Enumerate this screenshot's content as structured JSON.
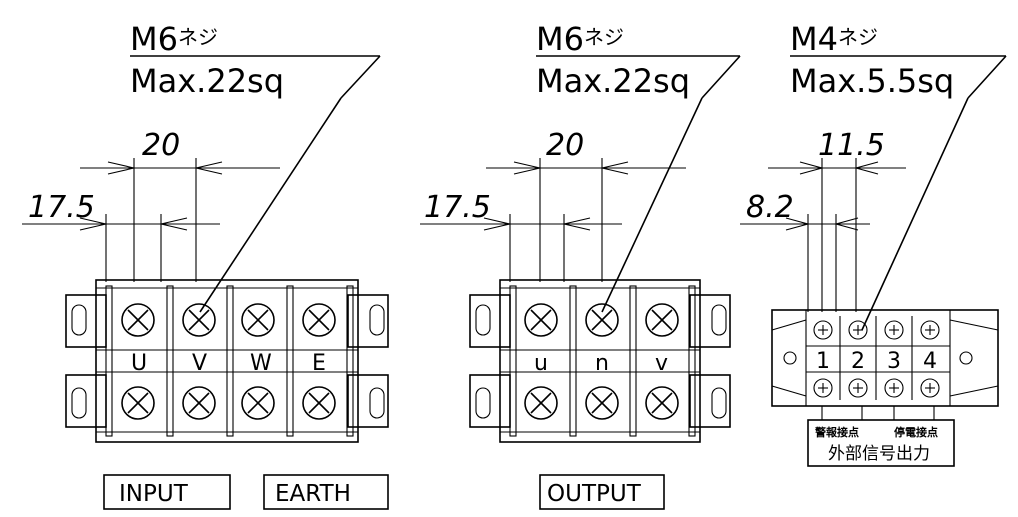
{
  "blocks": {
    "input": {
      "spec_screw": "M6",
      "spec_screw_jp": "ネジ",
      "spec_wire": "Max.22sq",
      "dim_pitch": "20",
      "dim_offset": "17.5",
      "terminals": [
        "U",
        "V",
        "W",
        "E"
      ],
      "labels": [
        "INPUT",
        "EARTH"
      ]
    },
    "output": {
      "spec_screw": "M6",
      "spec_screw_jp": "ネジ",
      "spec_wire": "Max.22sq",
      "dim_pitch": "20",
      "dim_offset": "17.5",
      "terminals": [
        "u",
        "n",
        "v"
      ],
      "label": "OUTPUT"
    },
    "signal": {
      "spec_screw": "M4",
      "spec_screw_jp": "ネジ",
      "spec_wire": "Max.5.5sq",
      "dim_pitch": "11.5",
      "dim_offset": "8.2",
      "terminals": [
        "1",
        "2",
        "3",
        "4"
      ],
      "alarm_label": "警報接点",
      "outage_label": "停電接点",
      "external_label": "外部信号出力"
    }
  }
}
